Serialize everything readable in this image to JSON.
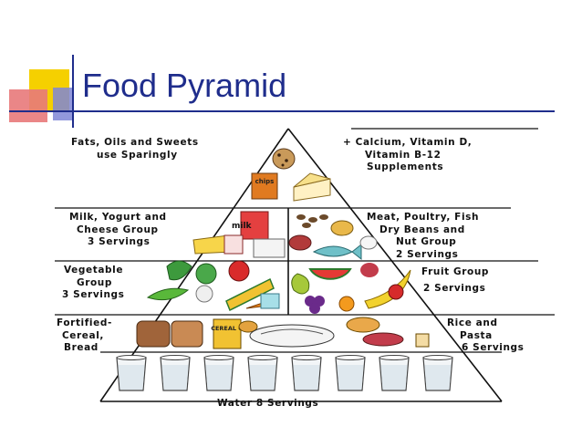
{
  "slide": {
    "title": "Food Pyramid"
  },
  "pyramid": {
    "top_left": [
      "Fats, Oils and Sweets",
      "use Sparingly"
    ],
    "top_right": [
      "+ Calcium, Vitamin D,",
      "Vitamin B-12",
      "Supplements"
    ],
    "tier2_left": [
      "Milk, Yogurt and",
      "Cheese Group",
      "3 Servings"
    ],
    "tier2_right": [
      "Meat, Poultry, Fish",
      "Dry Beans and",
      "Nut Group",
      "2 Servings"
    ],
    "tier3_left": [
      "Vegetable",
      "Group",
      "3 Servings"
    ],
    "tier3_right": [
      "Fruit Group",
      "2 Servings"
    ],
    "tier4_left": [
      "Fortified-",
      "Cereal,",
      "Bread"
    ],
    "tier4_right": [
      "Rice and",
      "Pasta",
      "6 Servings"
    ],
    "bottom": "Water 8 Servings"
  },
  "food_labels": {
    "chips": "chips",
    "milk": "milk",
    "cereal": "CEREAL O"
  },
  "colors": {
    "title": "#1f2d8c",
    "accent_yellow": "#f5d000",
    "accent_red": "#e06060",
    "accent_blue": "#6b73c9"
  }
}
